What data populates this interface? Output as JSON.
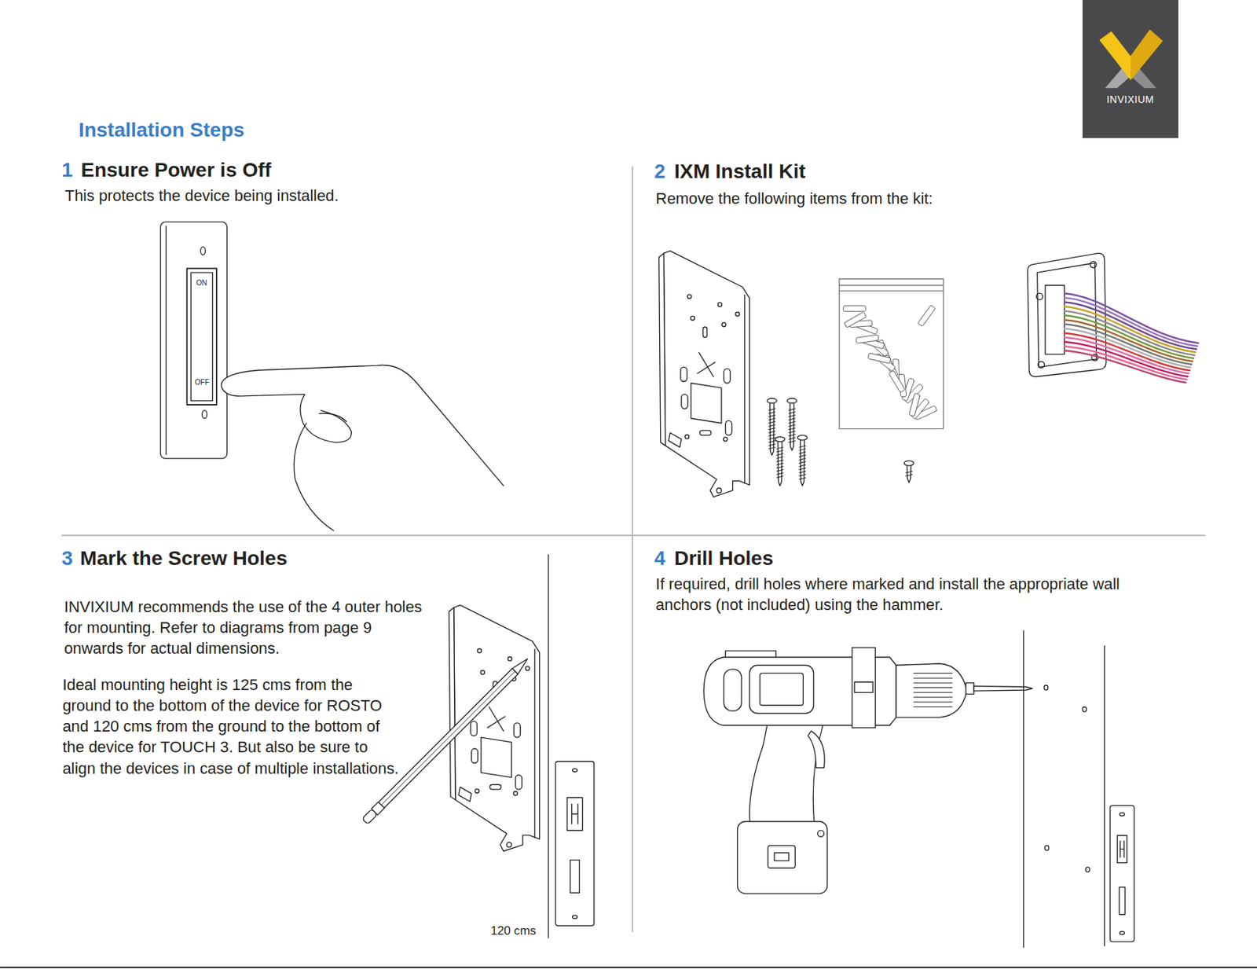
{
  "diagram": {
    "title": "Installation Steps",
    "nodes": [
      {
        "text": [
          "INVIXIUM"
        ]
      }
    ],
    "labels": [
      "1",
      "Ensure Power is Off",
      "This protects the device being installed.",
      "ON",
      "OFF",
      "2",
      "IXM Install Kit",
      "Remove the following items from the kit:",
      "3",
      "Mark the Screw Holes",
      "INVIXIUM recommends the use of the 4 outer holes for mounting. Refer to diagrams from page 9 onwards for actual dimensions.",
      "Ideal mounting height is 125 cms from the ground to the bottom of the device for ROSTO and 120 cms from the ground to the bottom of the device for TOUCH 3. But also be sure to align the devices in case of multiple installations.",
      "120 cms",
      "4",
      "Drill Holes",
      "If required, drill holes where marked and install the appropriate wall anchors (not included) using the hammer."
    ]
  }
}
